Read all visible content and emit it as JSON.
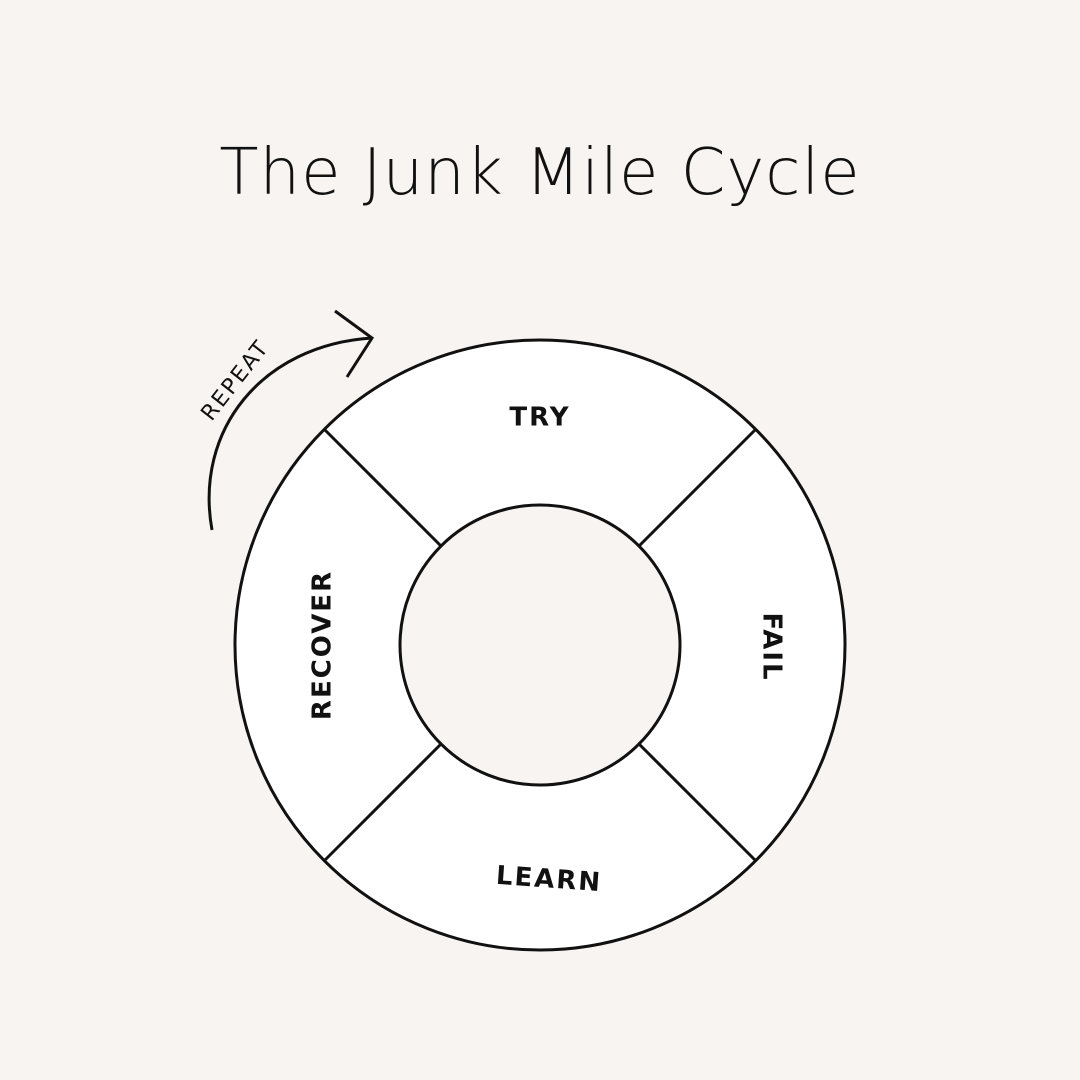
{
  "title": "The Junk Mile Cycle",
  "segments": {
    "top": "TRY",
    "right": "FAIL",
    "bottom": "LEARN",
    "left": "RECOVER"
  },
  "arrow_label": "REPEAT",
  "colors": {
    "background": "#f7f4f1",
    "ring_fill": "#ffffff",
    "stroke": "#111111"
  }
}
